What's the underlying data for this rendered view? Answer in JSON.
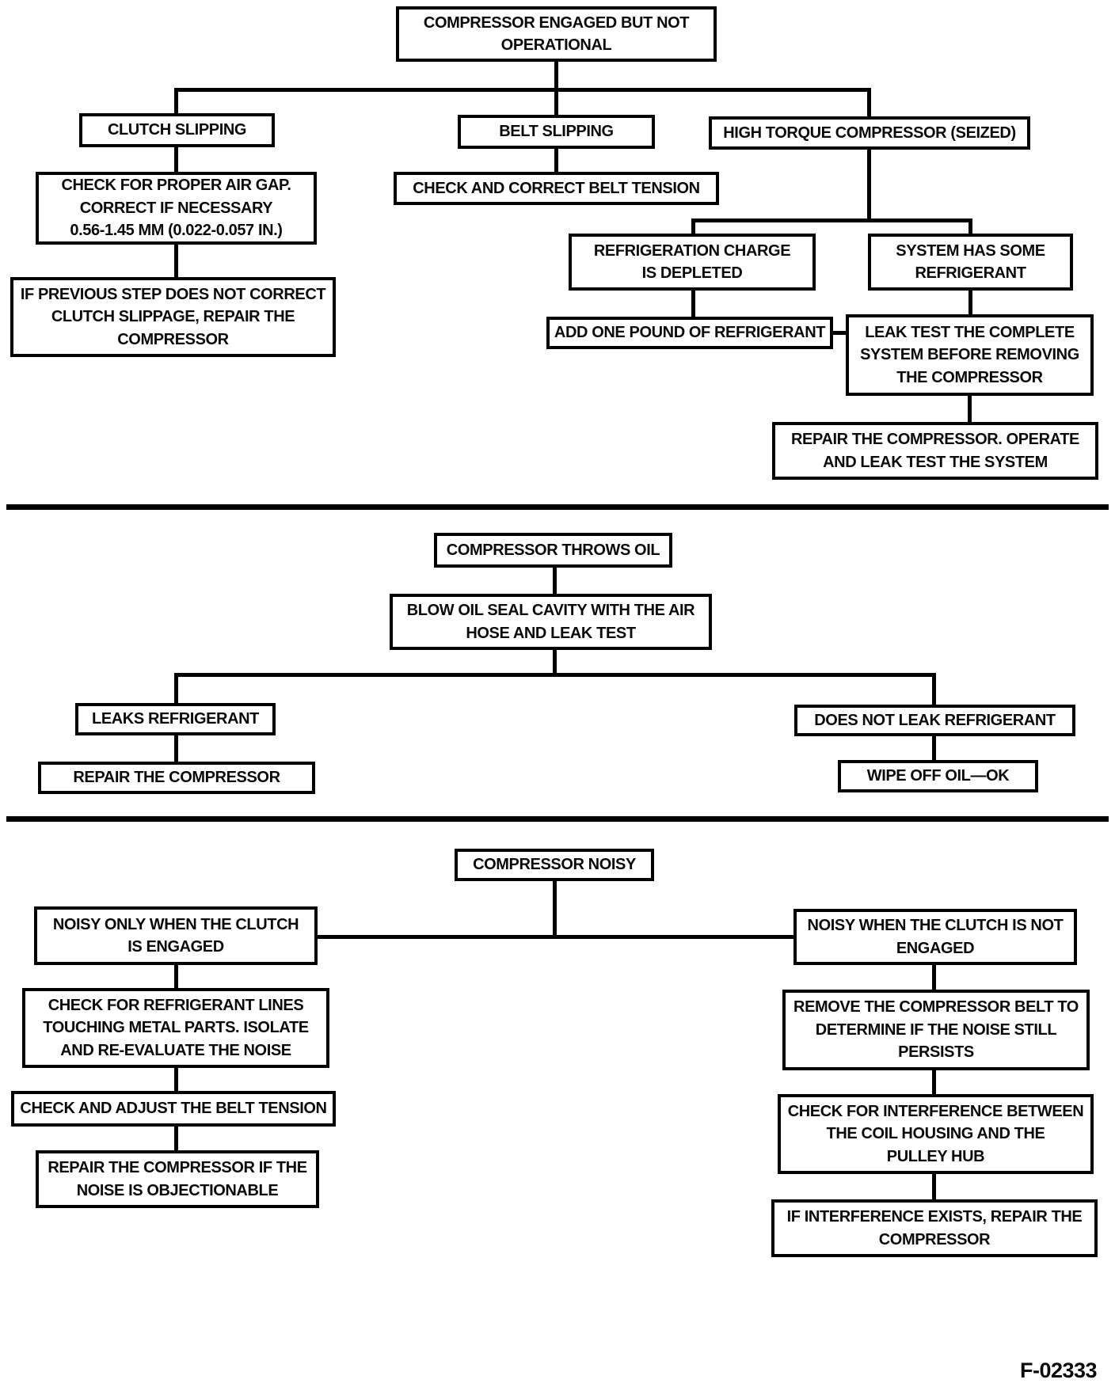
{
  "figure_label": "F-02333",
  "flow_engaged_not_operational": {
    "root": "COMPRESSOR ENGAGED BUT NOT\nOPERATIONAL",
    "clutch_slipping": "CLUTCH SLIPPING",
    "check_air_gap": "CHECK FOR PROPER AIR GAP.\nCORRECT IF NECESSARY\n0.56-1.45 MM (0.022-0.057 IN.)",
    "repair_if_slippage": "IF PREVIOUS STEP DOES NOT CORRECT\nCLUTCH SLIPPAGE, REPAIR THE\nCOMPRESSOR",
    "belt_slipping": "BELT SLIPPING",
    "check_belt_tension": "CHECK AND CORRECT BELT TENSION",
    "high_torque_seized": "HIGH TORQUE COMPRESSOR (SEIZED)",
    "charge_depleted": "REFRIGERATION CHARGE\nIS DEPLETED",
    "system_has_refrigerant": "SYSTEM HAS SOME\nREFRIGERANT",
    "add_one_pound": "ADD ONE POUND OF REFRIGERANT",
    "leak_test_complete": "LEAK TEST THE COMPLETE\nSYSTEM BEFORE REMOVING\nTHE COMPRESSOR",
    "repair_operate_leak_test": "REPAIR THE COMPRESSOR. OPERATE\nAND LEAK TEST THE SYSTEM"
  },
  "flow_throws_oil": {
    "root": "COMPRESSOR THROWS OIL",
    "blow_oil_seal": "BLOW OIL SEAL CAVITY WITH THE AIR\nHOSE AND LEAK TEST",
    "leaks_refrigerant": "LEAKS REFRIGERANT",
    "repair_compressor": "REPAIR THE COMPRESSOR",
    "does_not_leak": "DOES NOT LEAK REFRIGERANT",
    "wipe_off_oil": "WIPE OFF OIL—OK"
  },
  "flow_noisy": {
    "root": "COMPRESSOR NOISY",
    "noisy_clutch_engaged": "NOISY ONLY WHEN THE CLUTCH\nIS ENGAGED",
    "check_refrigerant_lines": "CHECK FOR REFRIGERANT LINES\nTOUCHING METAL PARTS. ISOLATE\nAND RE-EVALUATE THE NOISE",
    "check_adjust_belt": "CHECK AND ADJUST THE BELT TENSION",
    "repair_if_noise": "REPAIR THE COMPRESSOR IF THE\nNOISE IS OBJECTIONABLE",
    "noisy_clutch_not_engaged": "NOISY WHEN THE CLUTCH IS NOT\nENGAGED",
    "remove_belt": "REMOVE THE COMPRESSOR BELT TO\nDETERMINE IF THE NOISE STILL\nPERSISTS",
    "check_interference": "CHECK FOR INTERFERENCE BETWEEN\nTHE COIL HOUSING AND THE\nPULLEY HUB",
    "repair_if_interference": "IF INTERFERENCE EXISTS, REPAIR THE\nCOMPRESSOR"
  }
}
